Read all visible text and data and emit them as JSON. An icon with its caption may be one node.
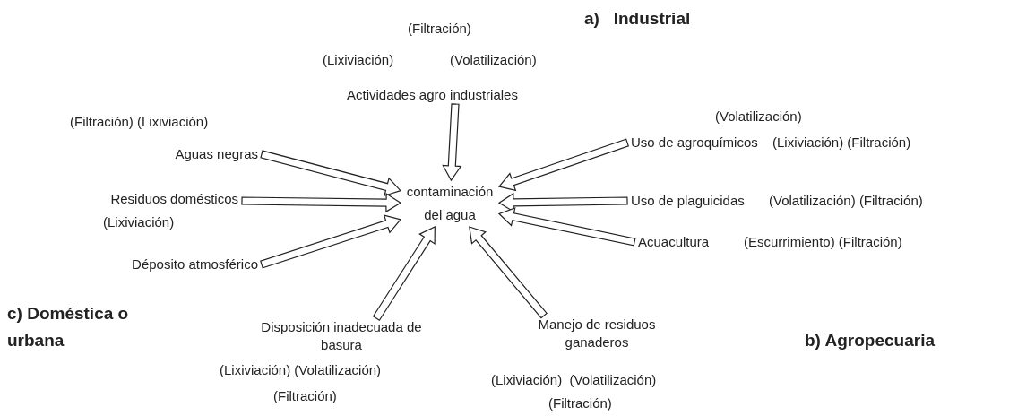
{
  "diagram": {
    "nodes": [
      {
        "text": [
          "contaminación del agua"
        ]
      },
      {
        "text": [
          "Actividades agro industriales"
        ],
        "beside": [
          "(Filtración)",
          "(Lixiviación)",
          "(Volatilización)"
        ]
      },
      {
        "text": [
          "Aguas negras"
        ],
        "beside": [
          "(Filtración) (Lixiviación)"
        ]
      },
      {
        "text": [
          "Residuos domésticos"
        ],
        "beside": [
          "(Lixiviación)"
        ]
      },
      {
        "text": [
          "Déposito atmosférico"
        ]
      },
      {
        "text": [
          "Disposición inadecuada de basura"
        ],
        "beside": [
          "(Lixiviación) (Volatilización)",
          "(Filtración)"
        ]
      },
      {
        "text": [
          "Manejo de residuos ganaderos"
        ],
        "beside": [
          "(Lixiviación)  (Volatilización)",
          "(Filtración)"
        ]
      },
      {
        "text": [
          "Uso de agroquímicos"
        ],
        "beside": [
          "(Volatilización)",
          "(Lixiviación) (Filtración)"
        ]
      },
      {
        "text": [
          "Uso de plaguicidas"
        ],
        "beside": [
          "(Volatilización) (Filtración)"
        ]
      },
      {
        "text": [
          "Acuacultura"
        ],
        "beside": [
          "(Escurrimiento) (Filtración)"
        ]
      }
    ],
    "edges": [
      {
        "from": 1,
        "to": 0,
        "arrow": "to"
      },
      {
        "from": 2,
        "to": 0,
        "arrow": "to"
      },
      {
        "from": 3,
        "to": 0,
        "arrow": "to"
      },
      {
        "from": 4,
        "to": 0,
        "arrow": "to"
      },
      {
        "from": 5,
        "to": 0,
        "arrow": "to"
      },
      {
        "from": 6,
        "to": 0,
        "arrow": "to"
      },
      {
        "from": 7,
        "to": 0,
        "arrow": "to"
      },
      {
        "from": 8,
        "to": 0,
        "arrow": "to"
      },
      {
        "from": 9,
        "to": 0,
        "arrow": "to"
      }
    ],
    "labels": [
      "a)   Industrial",
      "c) Doméstica o urbana",
      "b) Agropecuaria"
    ]
  }
}
